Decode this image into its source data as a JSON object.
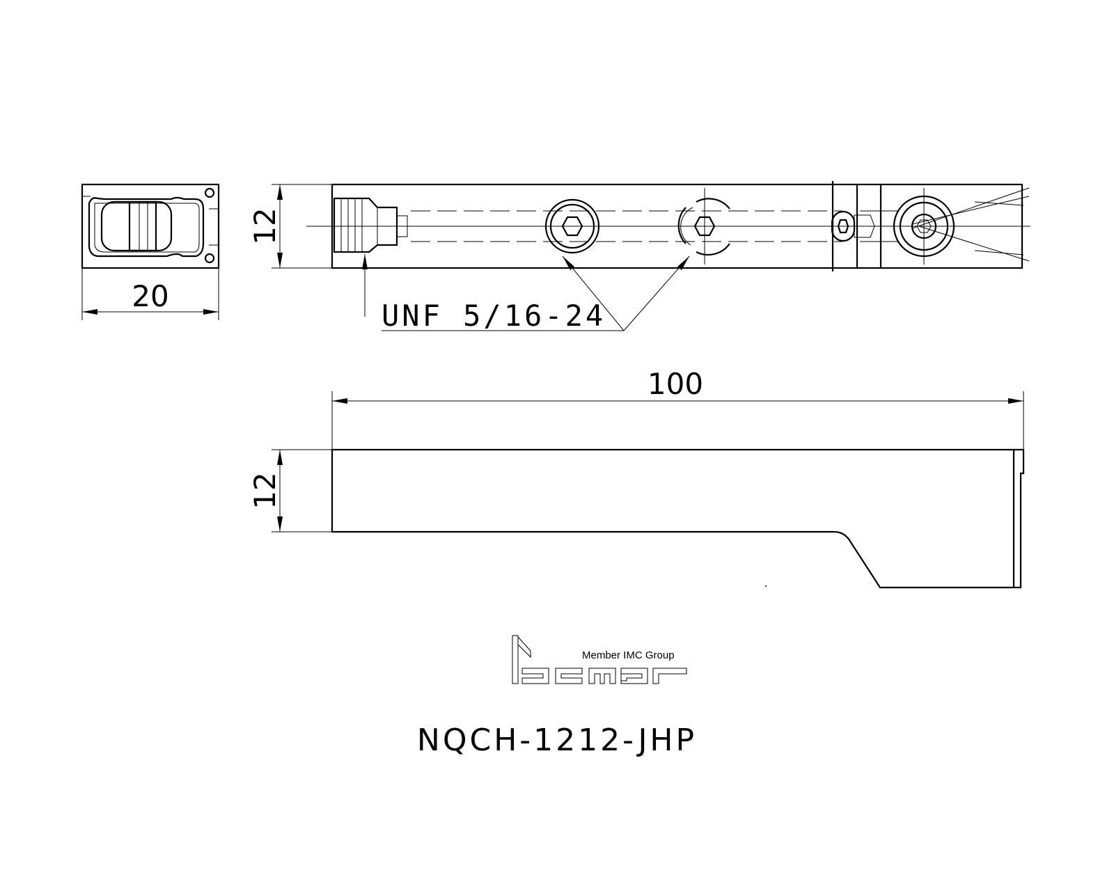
{
  "dimensions": {
    "end_view_width": "20",
    "top_view_height": "12",
    "overall_length": "100",
    "side_view_height": "12"
  },
  "callout": {
    "thread": "UNF 5/16-24"
  },
  "brand": {
    "logo_name": "iscar",
    "tagline": "Member IMC Group"
  },
  "part_number": "NQCH-1212-JHP"
}
